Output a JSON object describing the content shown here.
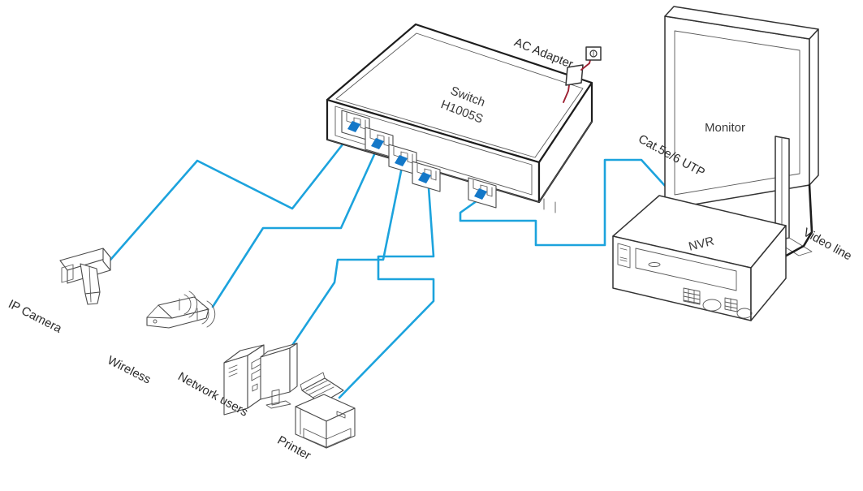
{
  "diagram": {
    "title": "Network switch connection topology",
    "background_color": "#ffffff",
    "colors": {
      "ethernet_cable": "#1CA3DD",
      "port_plug": "#1478C8",
      "power_cable": "#9E2233",
      "video_cable": "#1d1d1d",
      "outline": "#3a3a3a",
      "label_text": "#2b2b2b"
    }
  },
  "labels": {
    "switch_line1": "Switch",
    "switch_line2": "H1005S",
    "ac_adapter": "AC Adapter",
    "monitor": "Monitor",
    "nvr": "NVR",
    "cat_cable": "Cat.5e/6 UTP",
    "video_line": "Video line",
    "ip_camera": "IP Camera",
    "wireless": "Wireless",
    "network_users": "Network users",
    "printer": "Printer"
  },
  "devices": [
    {
      "id": "switch",
      "name": "Switch H1005S",
      "type": "network-switch",
      "port_count": 5,
      "label_lines": [
        "Switch",
        "H1005S"
      ]
    },
    {
      "id": "ip-camera",
      "name": "IP Camera",
      "type": "bullet-camera",
      "connected_port": 1
    },
    {
      "id": "wireless-ap",
      "name": "Wireless",
      "type": "wireless-access-point",
      "connected_port": 2,
      "antennas": 2
    },
    {
      "id": "network-users",
      "name": "Network users",
      "type": "desktop-computer",
      "connected_port": 3
    },
    {
      "id": "printer",
      "name": "Printer",
      "type": "network-printer",
      "connected_port": 4
    },
    {
      "id": "nvr",
      "name": "NVR",
      "type": "network-video-recorder",
      "connected_port": 5
    },
    {
      "id": "monitor",
      "name": "Monitor",
      "type": "display-monitor"
    },
    {
      "id": "ac-adapter",
      "name": "AC Adapter",
      "type": "power-adapter"
    }
  ],
  "connections": [
    {
      "from": "switch",
      "from_port": 1,
      "to": "ip-camera",
      "cable": "ethernet",
      "label": ""
    },
    {
      "from": "switch",
      "from_port": 2,
      "to": "wireless-ap",
      "cable": "ethernet",
      "label": ""
    },
    {
      "from": "switch",
      "from_port": 3,
      "to": "network-users",
      "cable": "ethernet",
      "label": ""
    },
    {
      "from": "switch",
      "from_port": 4,
      "to": "printer",
      "cable": "ethernet",
      "label": ""
    },
    {
      "from": "switch",
      "from_port": 5,
      "to": "nvr",
      "cable": "ethernet",
      "label": "Cat.5e/6 UTP"
    },
    {
      "from": "nvr",
      "to": "monitor",
      "cable": "video",
      "label": "Video line"
    },
    {
      "from": "switch",
      "to": "ac-adapter",
      "cable": "power",
      "label": "AC Adapter"
    }
  ]
}
